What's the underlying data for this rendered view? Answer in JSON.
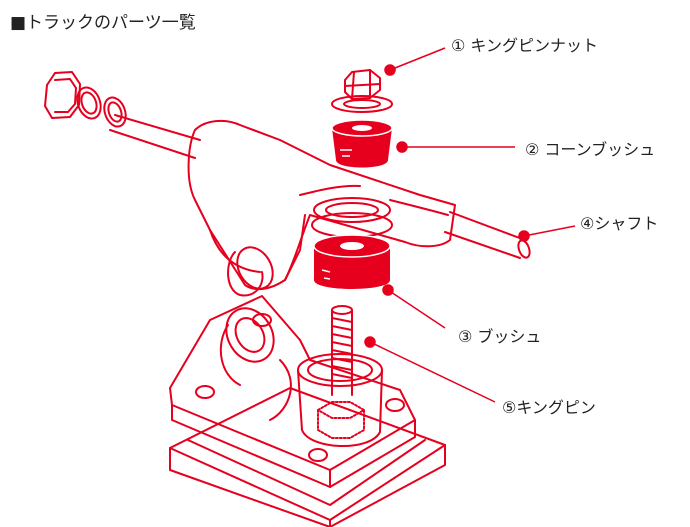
{
  "title": "■トラックのパーツ一覧",
  "colors": {
    "line": "#e6001e",
    "fill": "#e6001e",
    "text": "#222222"
  },
  "labels": {
    "king_pin_nut": "① キングピンナット",
    "cone_bushing": "② コーンブッシュ",
    "bushing": "③ ブッシュ",
    "shaft": "④シャフト",
    "king_pin": "⑤キングピン"
  }
}
